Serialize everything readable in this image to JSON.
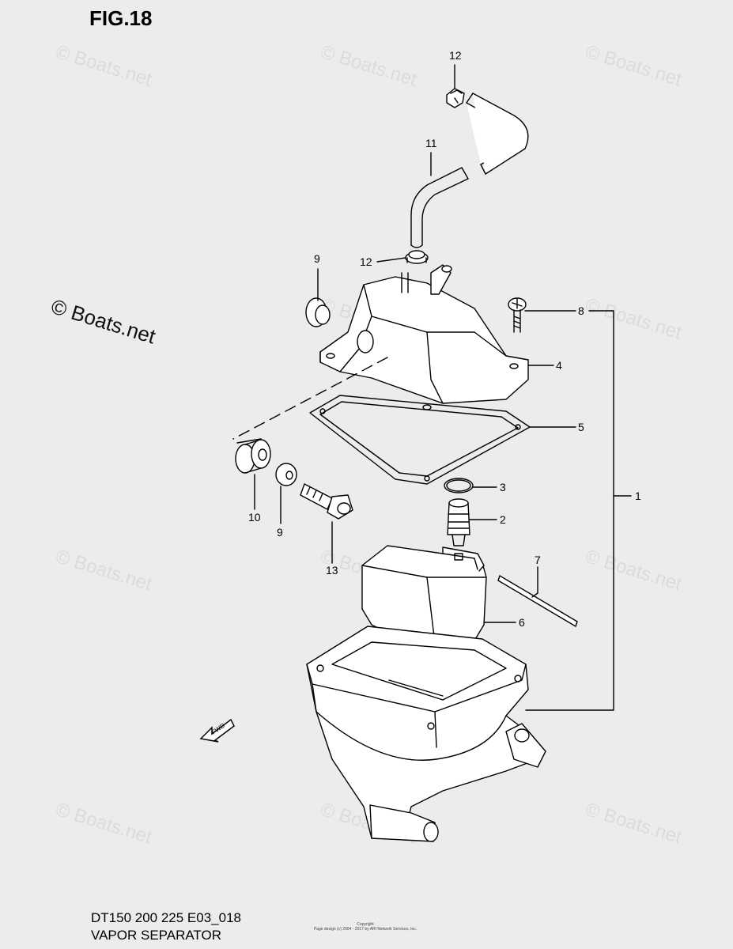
{
  "figure": {
    "title": "FIG.18",
    "model_code": "DT150 200 225 E03_018",
    "diagram_name": "VAPOR SEPARATOR",
    "copyright_lines": [
      "Copyright",
      "Page design (c) 2004 - 2017 by ARI Network Services, Inc."
    ]
  },
  "watermark": {
    "main": "© Boats.net",
    "repeat": "© Boats.net"
  },
  "fwd_arrow": {
    "label": "FWD"
  },
  "callouts": {
    "c1": "1",
    "c2": "2",
    "c3": "3",
    "c4": "4",
    "c5": "5",
    "c6": "6",
    "c7": "7",
    "c8": "8",
    "c9a": "9",
    "c9b": "9",
    "c10": "10",
    "c11": "11",
    "c12a": "12",
    "c12b": "12",
    "c13": "13"
  }
}
